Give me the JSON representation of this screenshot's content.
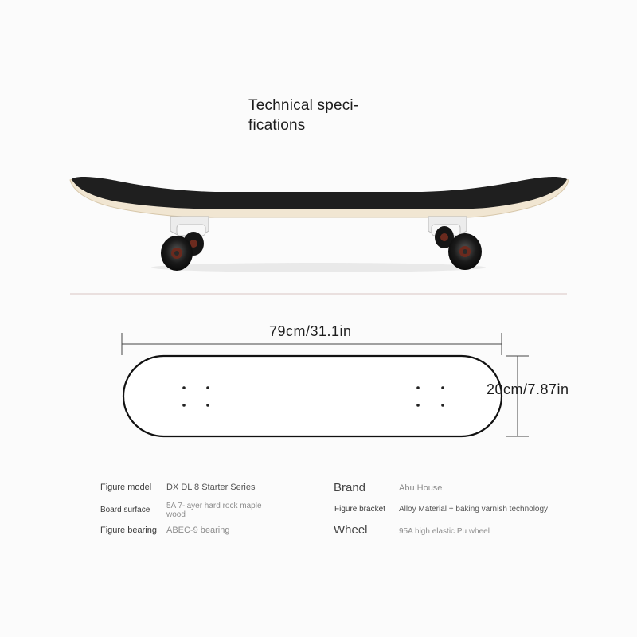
{
  "title": {
    "line1": "Technical speci-",
    "line2": "fications"
  },
  "dimensions": {
    "length": "79cm/31.1in",
    "width": "20cm/7.87in"
  },
  "specs": {
    "model": {
      "label": "Figure model",
      "value": "DX DL 8 Starter Series"
    },
    "surface": {
      "label": "Board surface",
      "value_line1": "5A  7-layer hard rock maple",
      "value_line2": "wood"
    },
    "bearing": {
      "label": "Figure bearing",
      "value": "ABEC-9 bearing"
    },
    "brand": {
      "label": "Brand",
      "value": "Abu House"
    },
    "bracket": {
      "label": "Figure bracket",
      "value": "Alloy Material + baking varnish technology"
    },
    "wheel": {
      "label": "Wheel",
      "value": "95A high elastic Pu wheel"
    }
  },
  "colors": {
    "deck_grip": "#1f1f1f",
    "deck_wood": "#f1e6d2",
    "truck": "#ececec",
    "wheel": "#1a1a1a",
    "bearing_core": "#6b2a1e",
    "outline": "#111111"
  }
}
